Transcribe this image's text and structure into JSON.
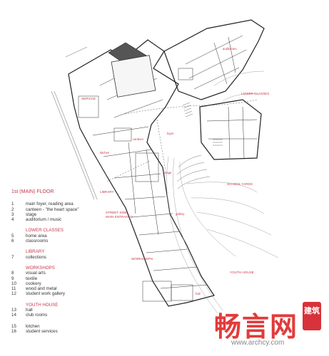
{
  "legend": {
    "title": "1st (MAIN) FLOOR",
    "groups": [
      {
        "heading": "",
        "items": [
          {
            "num": "1",
            "text": "main foyer, reading area"
          },
          {
            "num": "2",
            "text": "canteen - \"the heart space\""
          },
          {
            "num": "3",
            "text": "stage"
          },
          {
            "num": "4",
            "text": "auditorium / music"
          }
        ]
      },
      {
        "heading": "LOWER CLASSES",
        "items": [
          {
            "num": "5",
            "text": "home area"
          },
          {
            "num": "6",
            "text": "classrooms"
          }
        ]
      },
      {
        "heading": "LIBRARY",
        "items": [
          {
            "num": "7",
            "text": "collections"
          }
        ]
      },
      {
        "heading": "WORKSHOPS",
        "items": [
          {
            "num": "8",
            "text": "visual arts"
          },
          {
            "num": "9",
            "text": "textile"
          },
          {
            "num": "10",
            "text": "cookery"
          },
          {
            "num": "11",
            "text": "wood and metal"
          },
          {
            "num": "12",
            "text": "student work gallery"
          }
        ]
      },
      {
        "heading": "YOUTH HOUSE",
        "items": [
          {
            "num": "13",
            "text": "hall"
          },
          {
            "num": "14",
            "text": "club rooms"
          }
        ]
      },
      {
        "heading": "",
        "items": [
          {
            "num": "15",
            "text": "kitchen"
          },
          {
            "num": "16",
            "text": "student services"
          }
        ]
      }
    ]
  },
  "plan_labels": {
    "service": "SERVICE",
    "lower_classes": "LOWER CLASSES",
    "school_yards": "SCHOOL YARDS",
    "library": "LIBRARY",
    "street_side_entrance": "STREET SIDE",
    "main_entrance": "MAIN ENTRANCE",
    "youth_house": "YOUTH HOUSE",
    "workshops": "WORKSHOPS",
    "auditorium": "auditorium",
    "foyer": "foyer",
    "kitchen": "kitchen",
    "canteen": "canteen",
    "stage": "stage",
    "gallery": "gallery",
    "hall": "hall"
  },
  "watermark": {
    "chars": "畅言网",
    "badge": "建筑",
    "url": "www.archcy.com"
  }
}
